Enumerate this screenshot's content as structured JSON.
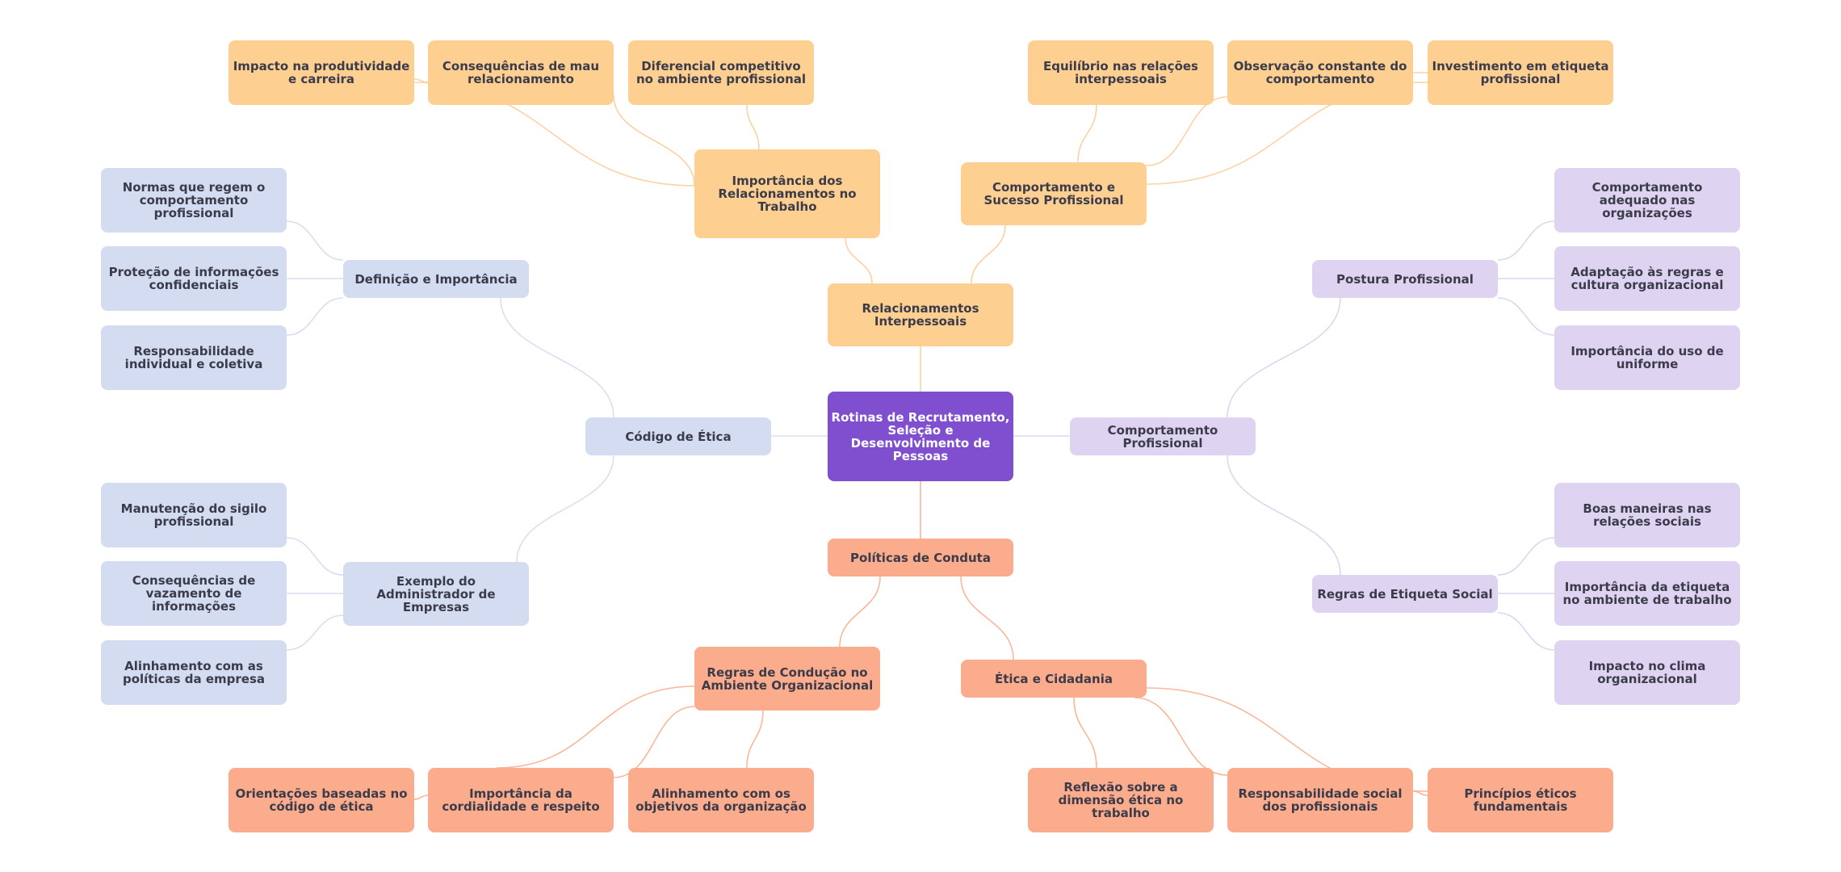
{
  "colors": {
    "root": "#804fd0",
    "orange": "#fdd092",
    "orange_edge": "#fbd2a3",
    "blue": "#d3dcf1",
    "blue_edge": "#d9def2",
    "purple": "#ded4f2",
    "purple_edge": "#dcd7f0",
    "salmon": "#fbac8c",
    "salmon_edge": "#fbb69a"
  },
  "root": {
    "label": "Rotinas de Recrutamento, Seleção e Desenvolvimento de Pessoas"
  },
  "branches": {
    "relacionamentos": {
      "label": "Relacionamentos Interpessoais",
      "importancia": {
        "label": "Importância dos Relacionamentos no Trabalho",
        "items": [
          "Impacto na produtividade e carreira",
          "Consequências de mau relacionamento",
          "Diferencial competitivo no ambiente profissional"
        ]
      },
      "comportamento": {
        "label": "Comportamento e Sucesso Profissional",
        "items": [
          "Equilíbrio nas relações interpessoais",
          "Observação constante do comportamento",
          "Investimento em etiqueta profissional"
        ]
      }
    },
    "codigo": {
      "label": "Código de Ética",
      "definicao": {
        "label": "Definição e Importância",
        "items": [
          "Normas que regem o comportamento profissional",
          "Proteção de informações confidenciais",
          "Responsabilidade individual e coletiva"
        ]
      },
      "exemplo": {
        "label": "Exemplo do Administrador de Empresas",
        "items": [
          "Manutenção do sigilo profissional",
          "Consequências de vazamento de informações",
          "Alinhamento com as políticas da empresa"
        ]
      }
    },
    "comportamento_prof": {
      "label": "Comportamento Profissional",
      "postura": {
        "label": "Postura Profissional",
        "items": [
          "Comportamento adequado nas organizações",
          "Adaptação às regras e cultura organizacional",
          "Importância do uso de uniforme"
        ]
      },
      "etiqueta": {
        "label": "Regras de Etiqueta Social",
        "items": [
          "Boas maneiras nas relações sociais",
          "Importância da etiqueta no ambiente de trabalho",
          "Impacto no clima organizacional"
        ]
      }
    },
    "politicas": {
      "label": "Políticas de Conduta",
      "regras": {
        "label": "Regras de Condução no Ambiente Organizacional",
        "items": [
          "Orientações baseadas no código de ética",
          "Importância da cordialidade e respeito",
          "Alinhamento com os objetivos da organização"
        ]
      },
      "etica": {
        "label": "Ética e Cidadania",
        "items": [
          "Reflexão sobre a dimensão ética no trabalho",
          "Responsabilidade social dos profissionais",
          "Princípios éticos fundamentais"
        ]
      }
    }
  }
}
